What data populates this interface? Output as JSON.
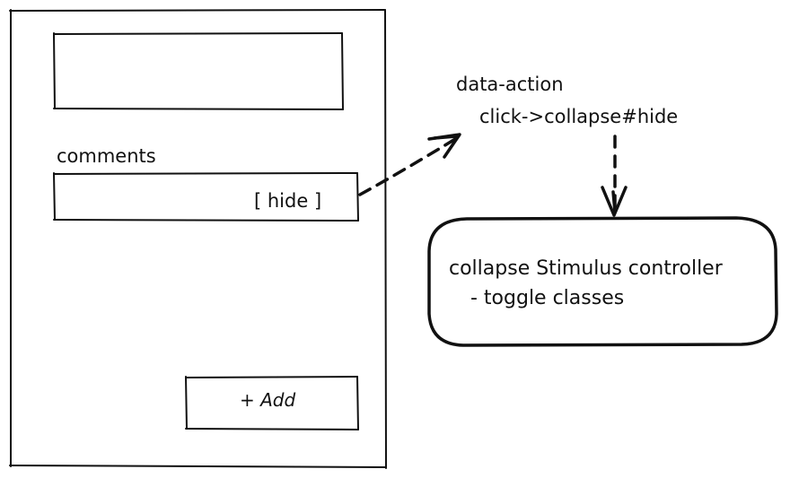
{
  "mockup": {
    "comments_label": "comments",
    "hide_toggle": "[ hide ]",
    "add_button": "+ Add"
  },
  "annotation": {
    "line1": "data-action",
    "line2": "click->collapse#hide"
  },
  "controller_box": {
    "line1": "collapse Stimulus controller",
    "line2": "- toggle classes"
  }
}
